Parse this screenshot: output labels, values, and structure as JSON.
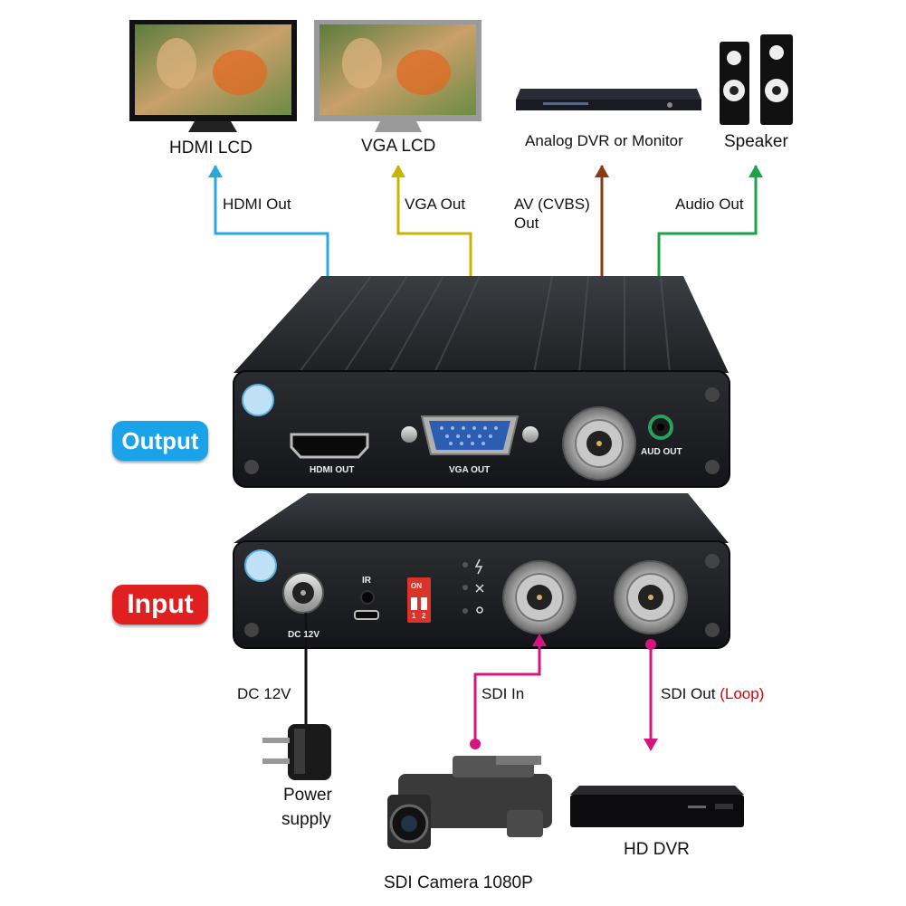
{
  "devices": {
    "hdmi_lcd": "HDMI LCD",
    "vga_lcd": "VGA LCD",
    "analog_dvr": "Analog DVR or Monitor",
    "speaker": "Speaker",
    "power_supply_line1": "Power",
    "power_supply_line2": "supply",
    "sdi_camera": "SDI Camera 1080P",
    "hd_dvr": "HD DVR"
  },
  "connections": {
    "hdmi_out": "HDMI Out",
    "vga_out": "VGA Out",
    "av_out_line1": "AV (CVBS)",
    "av_out_line2": "Out",
    "audio_out": "Audio Out",
    "dc_12v": "DC 12V",
    "sdi_in": "SDI In",
    "sdi_out": "SDI Out",
    "sdi_out_loop": "(Loop)"
  },
  "badges": {
    "output": "Output",
    "input": "Input"
  },
  "panel_labels": {
    "hdmi_out": "HDMI OUT",
    "vga_out": "VGA OUT",
    "aud_out": "AUD OUT",
    "dc_12v": "DC 12V",
    "ir": "IR",
    "dip_on": "ON",
    "dip_1": "1",
    "dip_2": "2"
  },
  "colors": {
    "hdmi": "#29a8dc",
    "vga": "#c8b400",
    "av": "#8a3a10",
    "audio": "#1aa34a",
    "sdi": "#d4157e",
    "power": "#111111",
    "output_badge": "#1aa3e8",
    "input_badge": "#e02020",
    "loop_text": "#e00000"
  }
}
